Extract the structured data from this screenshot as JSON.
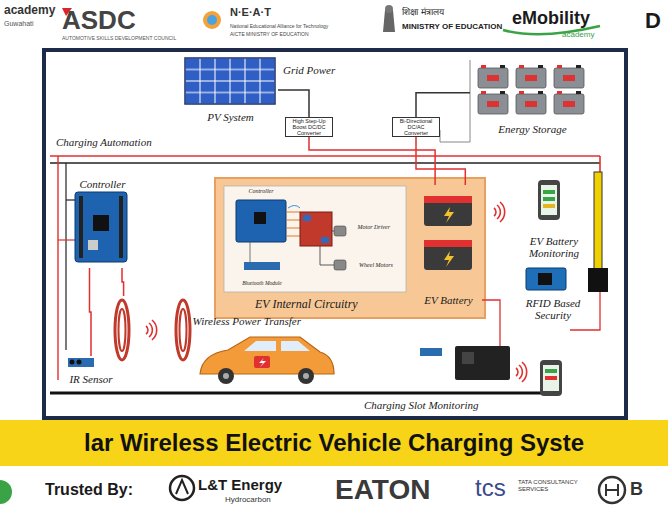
{
  "diagram": {
    "title": "lar Wireless Electric Vehicle Charging Syste",
    "nodes": [
      {
        "text": [
          "PV System"
        ]
      },
      {
        "text": [
          "High Step-Up Boost DC/DC Converter"
        ]
      },
      {
        "text": [
          "Bi-Directional DC/AC Converter"
        ]
      },
      {
        "text": [
          "Energy Storage"
        ]
      },
      {
        "text": [
          "Controller"
        ]
      },
      {
        "text": [
          "EV Internal Circuitry"
        ]
      },
      {
        "text": [
          "Controller"
        ],
        "in": 5
      },
      {
        "text": [
          "Motor Driver"
        ],
        "in": 5
      },
      {
        "text": [
          "Bluetooth Module"
        ],
        "in": 5
      },
      {
        "text": [
          "Wheel Motors"
        ],
        "in": 5
      },
      {
        "text": [
          "EV Battery"
        ],
        "in": 5
      },
      {
        "text": [
          "EV Battery Monitoring"
        ]
      },
      {
        "text": [
          "RFID Based Security"
        ]
      },
      {
        "text": [
          "Wireless Power Transfer"
        ]
      },
      {
        "text": [
          "IR Sensor"
        ]
      },
      {
        "text": [
          "Charging Slot Monitoring"
        ]
      }
    ],
    "edges": [
      {
        "from": 0,
        "to": 1,
        "arrow": "none"
      },
      {
        "from": 3,
        "to": 2,
        "arrow": "none"
      },
      {
        "from": 1,
        "to": 10,
        "arrow": "none"
      },
      {
        "from": 2,
        "to": 10,
        "arrow": "none"
      },
      {
        "from": 4,
        "to": 14,
        "arrow": "none"
      },
      {
        "from": 4,
        "to": 13,
        "arrow": "none"
      }
    ],
    "labels": [
      "academy",
      "Guwahati",
      "ASDC",
      "AUTOMOTIVE SKILLS DEVELOPMENT COUNCIL",
      "N·E·A·T",
      "National Educational Alliance for Technology",
      "AICTE MINISTRY OF EDUCATION",
      "शिक्षा मंत्रालय",
      "MINISTRY OF EDUCATION",
      "eMobility",
      "academy",
      "D",
      "Grid Power",
      "Charging Automation",
      "Trusted By:",
      "L&T Energy",
      "Hydrocarbon",
      "EATON",
      "tcs",
      "TATA CONSULTANCY SERVICES",
      "B"
    ]
  }
}
